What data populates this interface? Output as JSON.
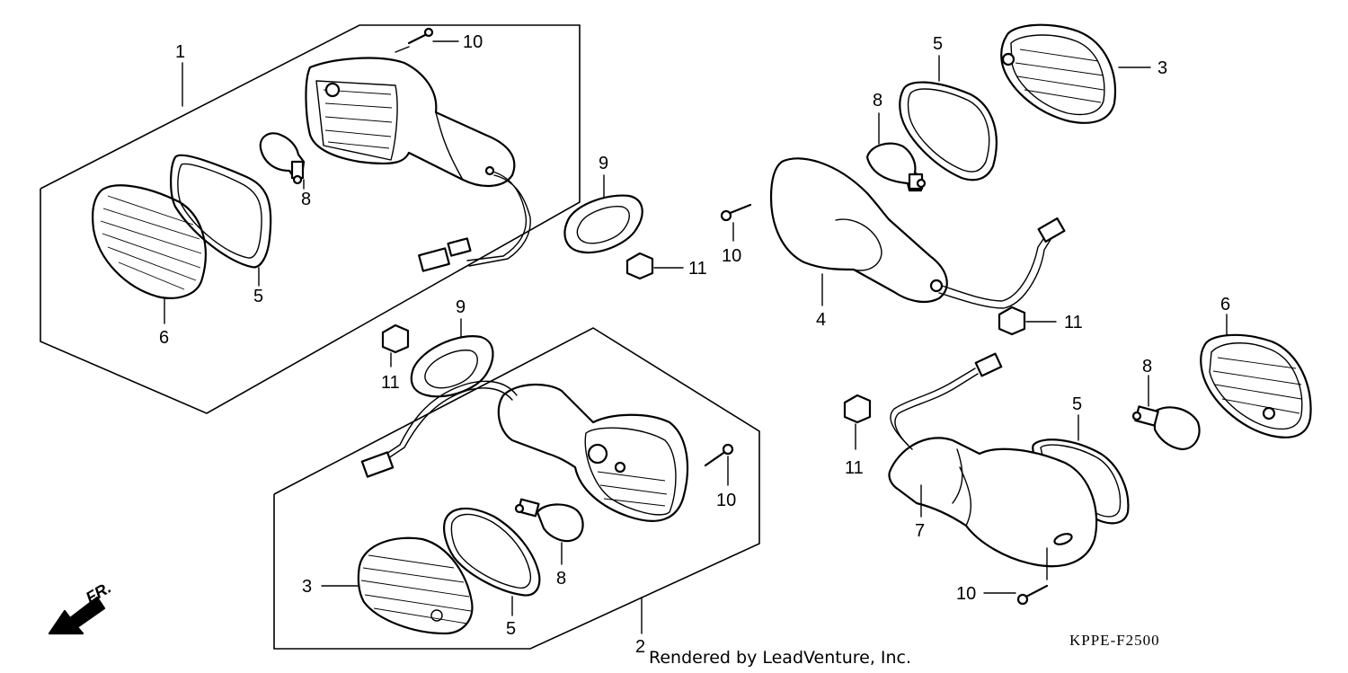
{
  "callouts": {
    "c1": "1",
    "c10a": "10",
    "c6a": "6",
    "c5a": "5",
    "c8a": "8",
    "c9a": "9",
    "c11a": "11",
    "c9b": "9",
    "c11b": "11",
    "c2": "2",
    "c3a": "3",
    "c5b": "5",
    "c8b": "8",
    "c10b": "10",
    "c5c": "5",
    "c3b": "3",
    "c8c": "8",
    "c10c": "10",
    "c4": "4",
    "c11c": "11",
    "c6b": "6",
    "c8d": "8",
    "c5d": "5",
    "c11d": "11",
    "c7": "7",
    "c10d": "10"
  },
  "diagram_code": "KPPE-F2500",
  "credit": "Rendered by LeadVenture, Inc.",
  "direction_label": "FR."
}
